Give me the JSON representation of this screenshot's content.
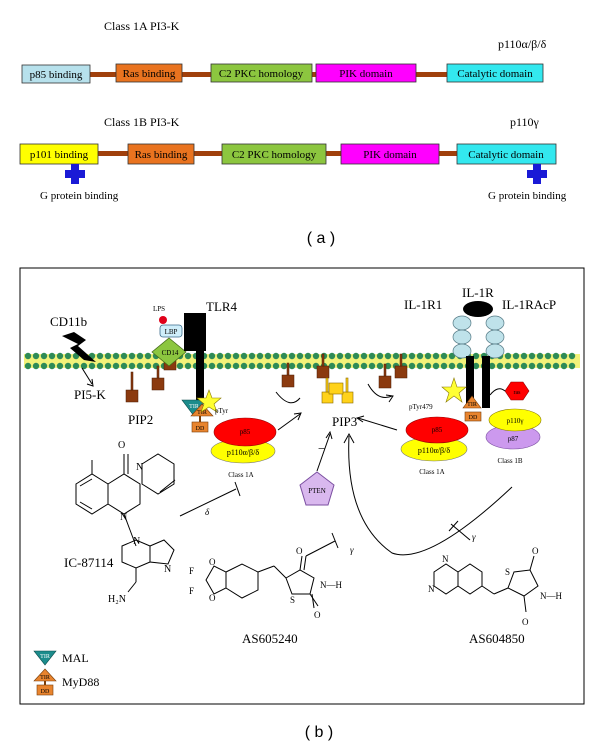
{
  "panel_a": {
    "class1a_title": "Class 1A PI3-K",
    "class1a_isoform": "p110α/β/δ",
    "class1a_domains": [
      "p85 binding",
      "Ras binding",
      "C2 PKC homology",
      "PIK domain",
      "Catalytic domain"
    ],
    "class1b_title": "Class 1B PI3-K",
    "class1b_isoform": "p110γ",
    "class1b_domains": [
      "p101 binding",
      "Ras binding",
      "C2 PKC homology",
      "PIK domain",
      "Catalytic domain"
    ],
    "g_protein_left": "G protein binding",
    "g_protein_right": "G protein binding",
    "caption": "( a )"
  },
  "panel_b": {
    "cd11b": "CD11b",
    "pi5k": "PI5-K",
    "pip2": "PIP2",
    "lps": "LPS",
    "lbp": "LBP",
    "cd14": "CD14",
    "tlr4": "TLR4",
    "il1r": "IL-1R",
    "il1r1": "IL-1R1",
    "il1racp": "IL-1RAcP",
    "ptyr": "pTyr",
    "ptyr479": "pTyr479",
    "tir": "TIR",
    "dd": "DD",
    "p85": "p85",
    "p110abd": "p110α/β/δ",
    "class1a": "Class 1A",
    "pip3": "PIP3",
    "minus": "−",
    "pten": "PTEN",
    "ras": "ras",
    "p110g": "p110γ",
    "p87": "p87",
    "class1b": "Class 1B",
    "delta": "δ",
    "gamma": "γ",
    "ic87114": "IC-87114",
    "as605240": "AS605240",
    "as604850": "AS604850",
    "atom_o": "O",
    "atom_n": "N",
    "atom_f": "F",
    "atom_s": "S",
    "atom_h2n": "H₂N",
    "atom_nh": "N—H",
    "legend_mal": "MAL",
    "legend_myd88": "MyD88",
    "caption": "( b )"
  },
  "colors": {
    "p85_binding": "#b7e1ec",
    "ras_binding": "#e9731f",
    "c2": "#8cc63f",
    "pik": "#ff00ff",
    "catalytic": "#33e8ef",
    "p101": "#ffff00",
    "linker": "#a0400c",
    "membrane": "#2e8b57",
    "red_subunit": "#ff0000",
    "yellow_subunit": "#ffff00",
    "tir_teal": "#1c8c8c",
    "dd_orange": "#e8842e"
  }
}
